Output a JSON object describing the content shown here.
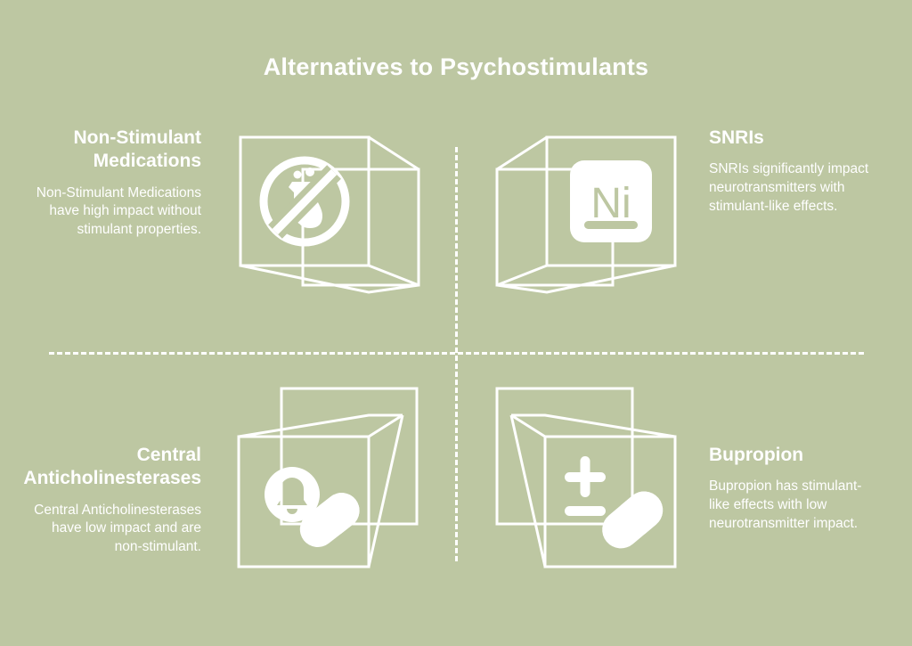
{
  "page": {
    "title": "Alternatives to Psychostimulants",
    "background_color": "#bdc7a2",
    "ink_color": "#ffffff"
  },
  "quadrants": [
    {
      "id": "non-stimulant-medications",
      "position": "top-left",
      "heading": "Non-Stimulant Medications",
      "body": "Non-Stimulant Medications have high impact without stimulant properties.",
      "icon": "no-pill-icon",
      "box_variant": "back-panel-right-bottom"
    },
    {
      "id": "snris",
      "position": "top-right",
      "heading": "SNRIs",
      "body": "SNRIs significantly impact neurotransmitters with stimulant-like effects.",
      "icon": "element-tile-ni-icon",
      "icon_label": "Ni",
      "box_variant": "back-panel-left-bottom"
    },
    {
      "id": "central-anticholinesterases",
      "position": "bottom-left",
      "heading": "Central Anticholinesterases",
      "body": "Central Anticholinesterases have low impact and are non-stimulant.",
      "icon": "bell-and-capsule-icon",
      "box_variant": "back-panel-right-top"
    },
    {
      "id": "bupropion",
      "position": "bottom-right",
      "heading": "Bupropion",
      "body": "Bupropion has stimulant-like effects with low neurotransmitter impact.",
      "icon": "plus-minus-capsule-icon",
      "box_variant": "back-panel-left-top"
    }
  ]
}
